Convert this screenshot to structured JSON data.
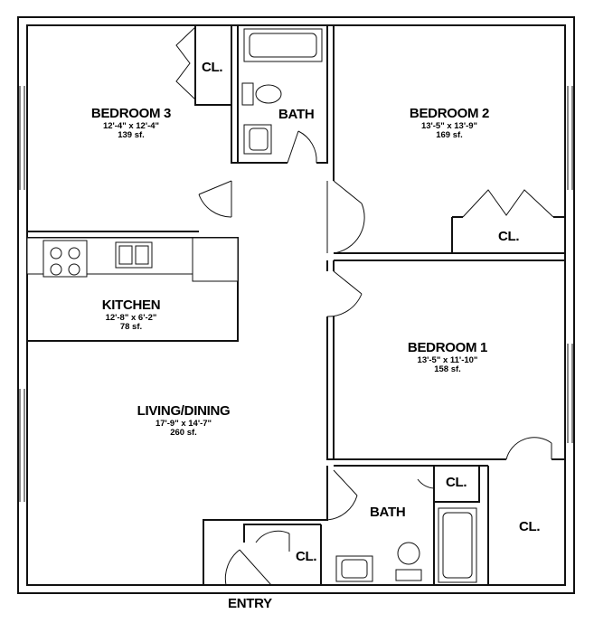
{
  "rooms": {
    "bedroom3": {
      "name": "BEDROOM 3",
      "dims": "12'-4\" x 12'-4\"",
      "area": "139 sf."
    },
    "bedroom2": {
      "name": "BEDROOM 2",
      "dims": "13'-5\" x 13'-9\"",
      "area": "169 sf."
    },
    "bedroom1": {
      "name": "BEDROOM 1",
      "dims": "13'-5\" x 11'-10\"",
      "area": "158 sf."
    },
    "kitchen": {
      "name": "KITCHEN",
      "dims": "12'-8\" x 6'-2\"",
      "area": "78 sf."
    },
    "living": {
      "name": "LIVING/DINING",
      "dims": "17'-9\" x 14'-7\"",
      "area": "260 sf."
    }
  },
  "labels": {
    "cl_bed3": "CL.",
    "bath_top": "BATH",
    "cl_bed2": "CL.",
    "bath_bottom": "BATH",
    "cl_bath": "CL.",
    "cl_bed1": "CL.",
    "cl_entry": "CL.",
    "entry": "ENTRY"
  }
}
